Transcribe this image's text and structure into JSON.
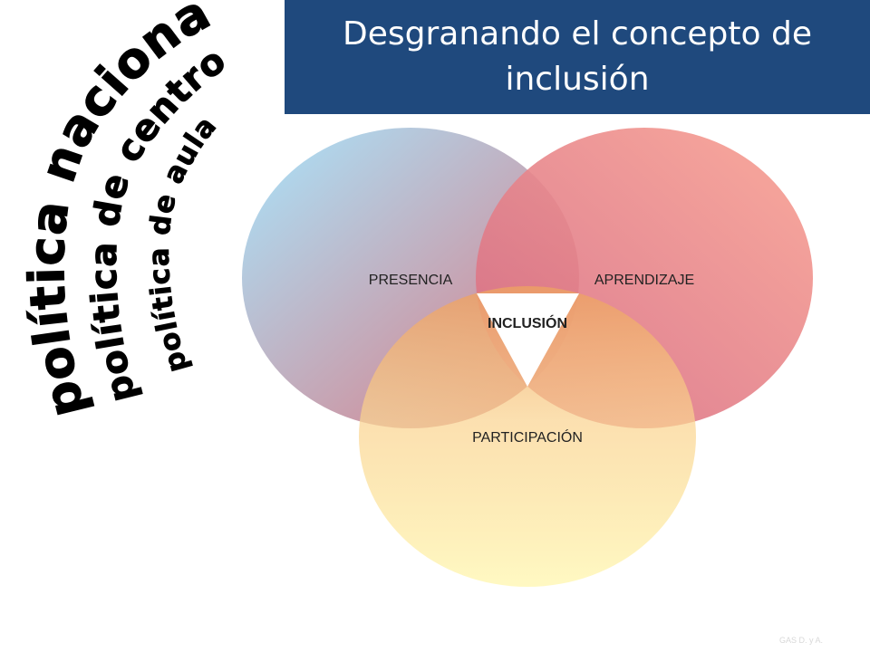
{
  "title": "Desgranando el concepto de inclusión",
  "arcs": {
    "outer": "política nacional",
    "middle": "política de centro",
    "inner": "política de aula"
  },
  "venn": {
    "left": "PRESENCIA",
    "right": "APRENDIZAJE",
    "bottom": "PARTICIPACIÓN",
    "center": "INCLUSIÓN"
  },
  "footer": "GAS D. y A.",
  "colors": {
    "title_bg": "#1f497d",
    "presencia_start": "#a6e4fc",
    "presencia_end": "#d9707a",
    "aprendizaje_start": "#f9a495",
    "aprendizaje_end": "#d56781",
    "participacion_start": "#ec9f63",
    "participacion_end": "#fff8ba"
  }
}
